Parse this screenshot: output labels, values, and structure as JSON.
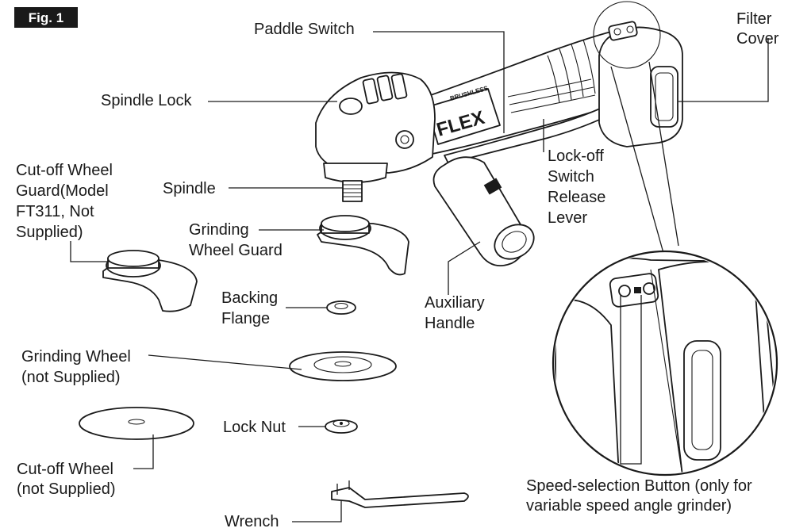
{
  "figure": {
    "badge": "Fig. 1"
  },
  "labels": {
    "paddle_switch": "Paddle Switch",
    "filter_cover_1": "Filter",
    "filter_cover_2": "Cover",
    "spindle_lock": "Spindle Lock",
    "cutoff_guard_1": "Cut-off Wheel",
    "cutoff_guard_2": "Guard(Model",
    "cutoff_guard_3": "FT311, Not",
    "cutoff_guard_4": "Supplied)",
    "spindle": "Spindle",
    "grinding_guard_1": "Grinding",
    "grinding_guard_2": "Wheel Guard",
    "lockoff_1": "Lock-off",
    "lockoff_2": "Switch",
    "lockoff_3": "Release",
    "lockoff_4": "Lever",
    "backing_flange_1": "Backing",
    "backing_flange_2": "Flange",
    "aux_handle_1": "Auxiliary",
    "aux_handle_2": "Handle",
    "grinding_wheel_1": "Grinding Wheel",
    "grinding_wheel_2": "(not Supplied)",
    "lock_nut": "Lock Nut",
    "cutoff_wheel_1": "Cut-off Wheel",
    "cutoff_wheel_2": "(not Supplied)",
    "speed_btn_1": "Speed-selection Button (only for",
    "speed_btn_2": "variable speed angle grinder)",
    "wrench": "Wrench"
  },
  "tool_markings": {
    "brand": "FLEX",
    "motor": "BRUSHLESS"
  },
  "colors": {
    "ink": "#1a1a1a",
    "paper": "#ffffff"
  }
}
